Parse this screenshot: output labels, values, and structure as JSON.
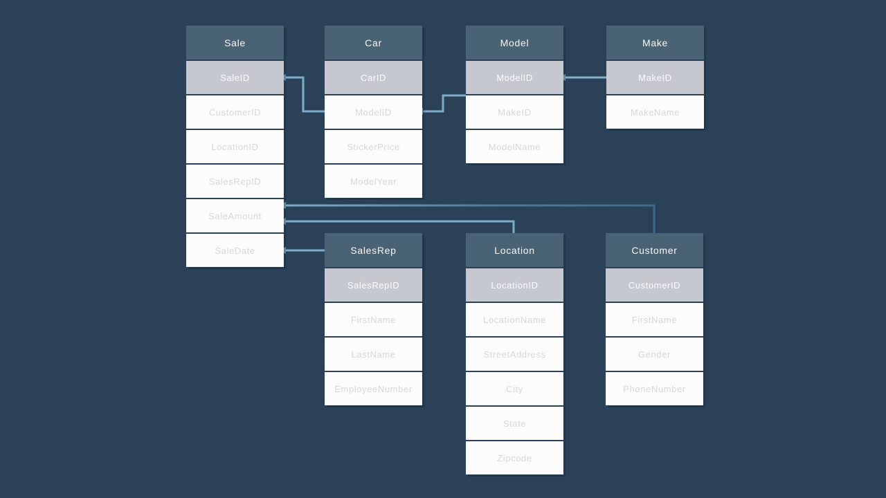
{
  "background_color": "#2a4157",
  "palette": {
    "table_header_bg": "#4a6374",
    "table_header_text": "#f5f7f8",
    "pk_row_bg": "#c5c9cf",
    "pk_row_text": "#f2f4f6",
    "field_row_bg": "#fcfcfd",
    "field_row_text": "#d5d7d9",
    "connector": "#7fabc9",
    "connector_dark": "#3f6889"
  },
  "diagram": {
    "tables": [
      {
        "name": "Sale",
        "fields": [
          {
            "label": "SaleID",
            "pk": true
          },
          {
            "label": "CustomerID",
            "pk": false
          },
          {
            "label": "LocationID",
            "pk": false
          },
          {
            "label": "SalesRepID",
            "pk": false
          },
          {
            "label": "SaleAmount",
            "pk": false
          },
          {
            "label": "SaleDate",
            "pk": false
          }
        ]
      },
      {
        "name": "Car",
        "fields": [
          {
            "label": "CarID",
            "pk": true
          },
          {
            "label": "ModelID",
            "pk": false
          },
          {
            "label": "StickerPrice",
            "pk": false
          },
          {
            "label": "ModelYear",
            "pk": false
          }
        ]
      },
      {
        "name": "Model",
        "fields": [
          {
            "label": "ModelID",
            "pk": true
          },
          {
            "label": "MakeID",
            "pk": false
          },
          {
            "label": "ModelName",
            "pk": false
          }
        ]
      },
      {
        "name": "Make",
        "fields": [
          {
            "label": "MakeID",
            "pk": true
          },
          {
            "label": "MakeName",
            "pk": false
          }
        ]
      },
      {
        "name": "SalesRep",
        "fields": [
          {
            "label": "SalesRepID",
            "pk": true
          },
          {
            "label": "FirstName",
            "pk": false
          },
          {
            "label": "LastName",
            "pk": false
          },
          {
            "label": "EmployeeNumber",
            "pk": false
          }
        ]
      },
      {
        "name": "Location",
        "fields": [
          {
            "label": "LocationID",
            "pk": true
          },
          {
            "label": "LocationName",
            "pk": false
          },
          {
            "label": "StreetAddress",
            "pk": false
          },
          {
            "label": "City",
            "pk": false
          },
          {
            "label": "State",
            "pk": false
          },
          {
            "label": "Zipcode",
            "pk": false
          }
        ]
      },
      {
        "name": "Customer",
        "fields": [
          {
            "label": "CustomerID",
            "pk": true
          },
          {
            "label": "FirstName",
            "pk": false
          },
          {
            "label": "Gender",
            "pk": false
          },
          {
            "label": "PhoneNumber",
            "pk": false
          }
        ]
      }
    ],
    "relations": [
      {
        "from": "Sale.SaleID",
        "to": "Car.ModelID"
      },
      {
        "from": "Car.ModelID",
        "to": "Model"
      },
      {
        "from": "Model.ModelID",
        "to": "Make.MakeID"
      },
      {
        "from": "Sale.SaleAmount",
        "to": "Customer"
      },
      {
        "from": "Sale.SaleAmount",
        "to": "Location"
      },
      {
        "from": "Sale.SaleDate",
        "to": "SalesRep"
      }
    ]
  }
}
